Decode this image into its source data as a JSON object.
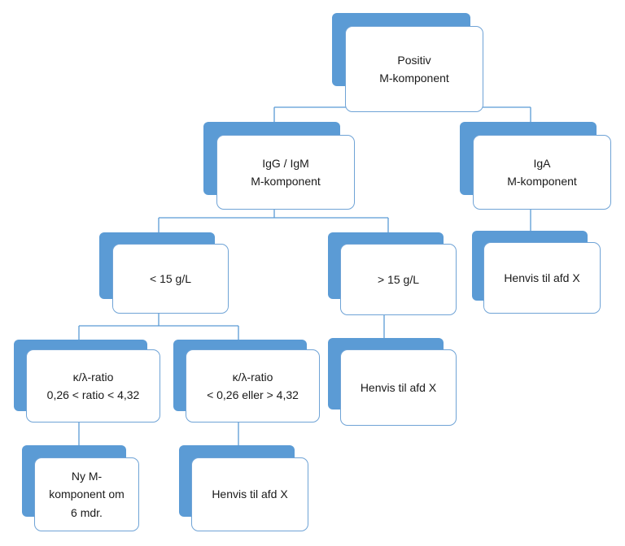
{
  "nodes": {
    "root": {
      "line1": "Positiv",
      "line2": "M-komponent"
    },
    "igg": {
      "line1": "IgG / IgM",
      "line2": "M-komponent"
    },
    "iga": {
      "line1": "IgA",
      "line2": "M-komponent"
    },
    "lt15": {
      "line1": "< 15 g/L"
    },
    "gt15": {
      "line1": "> 15 g/L"
    },
    "henvis_iga": {
      "line1": "Henvis til afd X"
    },
    "ratio_normal": {
      "line1": "κ/λ-ratio",
      "line2": "0,26 < ratio < 4,32"
    },
    "ratio_abnormal": {
      "line1": "κ/λ-ratio",
      "line2": "< 0,26 eller > 4,32"
    },
    "henvis_gt15": {
      "line1": "Henvis til afd X"
    },
    "ny_m": {
      "line1": "Ny M-",
      "line2": "komponent om",
      "line3": "6 mdr."
    },
    "henvis_abnormal": {
      "line1": "Henvis til afd X"
    }
  },
  "colors": {
    "accent": "#5b9bd5",
    "border": "#6fa3d6",
    "line": "#5b9bd5"
  }
}
